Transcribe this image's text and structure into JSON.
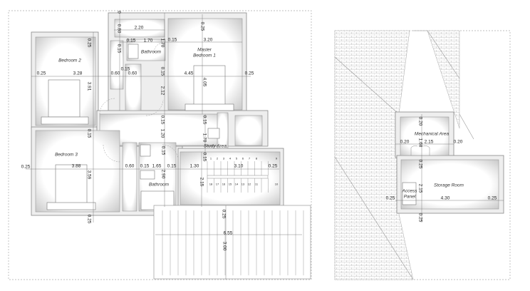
{
  "rooms": {
    "bedroom2": "Bedroom 2",
    "bathroom_top": "Bathroom",
    "master_line1": "Master",
    "master_line2": "Bedroom 1",
    "bedroom3": "Bedroom 3",
    "bathroom_bottom": "Bathroom",
    "study": "Study Area",
    "mechanical": "Mechanical Area",
    "storage": "Storage Room",
    "access_line1": "Access",
    "access_line2": "Panel"
  },
  "dims": [
    "0",
    "0.80",
    "2.20",
    "0.15",
    "1.70",
    "1.70",
    "0.15",
    "0.25",
    "3.20",
    "0.25",
    "0.15",
    "0.25",
    "3.28",
    "0.15",
    "0.60",
    "0.60",
    "0.15",
    "4.45",
    "4.05",
    "0.25",
    "3.91",
    "2.12",
    "0.15",
    "1.20",
    "0.15",
    "1.70",
    "0.15",
    "0.15",
    "0.25",
    "3.88",
    "3.59",
    "0.60",
    "0.15",
    "1.65",
    "0.15",
    "1.30",
    "0.15",
    "3.10",
    "0.25",
    "2.90",
    "2.15",
    "0.25",
    "0.25",
    "6.55",
    "3.00",
    "0.20",
    "1.68",
    "0.20",
    "2.15",
    "0.20",
    "0.25",
    "2.15",
    "0.25",
    "4.30",
    "0.25",
    "0.25"
  ],
  "stair_numbers_top": [
    "1",
    "2",
    "3",
    "4",
    "5",
    "6",
    "7",
    "8",
    "9"
  ],
  "stair_numbers_bottom": [
    "18",
    "17",
    "16",
    "15",
    "14",
    "13",
    "12",
    "11",
    "10"
  ],
  "colors": {
    "wall": "#8a8a8a",
    "line": "#555555",
    "dashed": "#aaaaaa"
  }
}
